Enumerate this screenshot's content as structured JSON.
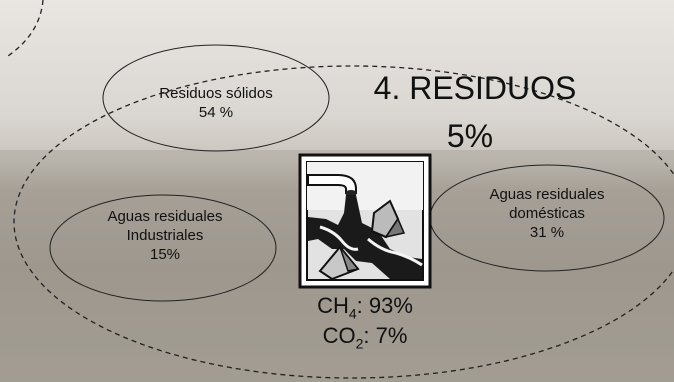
{
  "title": "4. RESIDUOS",
  "share": "5%",
  "subsectors": {
    "solid": {
      "name": "Residuos sólidos",
      "value": "54 %"
    },
    "industrial": {
      "name_1": "Aguas residuales",
      "name_2": "Industriales",
      "value": "15%"
    },
    "domestic": {
      "name_1": "Aguas residuales",
      "name_2": "domésticas",
      "value": "31 %"
    }
  },
  "gases": {
    "ch4": {
      "base": "CH",
      "sub": "4",
      "rest": ": 93%"
    },
    "co2": {
      "base": "CO",
      "sub": "2",
      "rest": ": 7%"
    }
  },
  "icon": "wastewater-pipe-icon"
}
